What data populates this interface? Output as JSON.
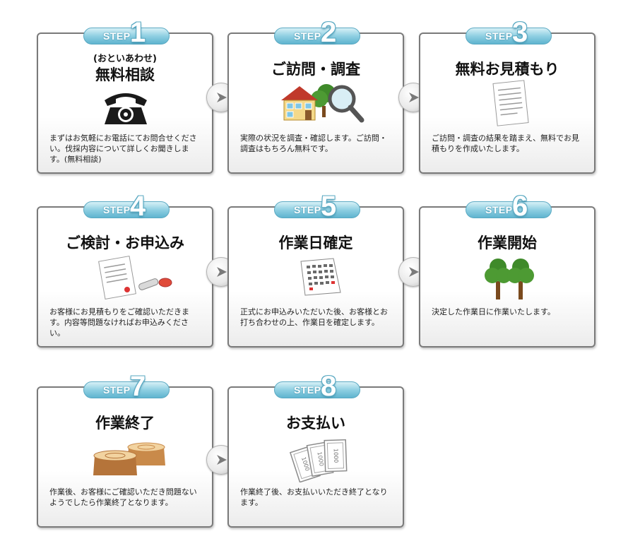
{
  "steps": [
    {
      "step_word": "STEP",
      "num": "1",
      "subtitle": "(おといあわせ)",
      "title": "無料相談",
      "icon": "telephone-icon",
      "desc": "まずはお気軽にお電話にてお問合せください。伐採内容について詳しくお聞きします。(無料相談)"
    },
    {
      "step_word": "STEP",
      "num": "2",
      "title": "ご訪問・調査",
      "icon": "house-magnifier-icon",
      "desc": "実際の状況を調査・確認します。ご訪問・調査はもちろん無料です。"
    },
    {
      "step_word": "STEP",
      "num": "3",
      "title": "無料お見積もり",
      "icon": "document-icon",
      "desc": "ご訪問・調査の結果を踏まえ、無料でお見積もりを作成いたします。"
    },
    {
      "step_word": "STEP",
      "num": "4",
      "title": "ご検討・お申込み",
      "icon": "contract-stamp-icon",
      "desc": "お客様にお見積もりをご確認いただきます。内容等問題なければお申込みください。"
    },
    {
      "step_word": "STEP",
      "num": "5",
      "title": "作業日確定",
      "icon": "calendar-icon",
      "desc": "正式にお申込みいただいた後、お客様とお打ち合わせの上、作業日を確定します。"
    },
    {
      "step_word": "STEP",
      "num": "6",
      "title": "作業開始",
      "icon": "trees-icon",
      "desc": "決定した作業日に作業いたします。"
    },
    {
      "step_word": "STEP",
      "num": "7",
      "title": "作業終了",
      "icon": "tree-stumps-icon",
      "desc": "作業後、お客様にご確認いただき問題ないようでしたら作業終了となります。"
    },
    {
      "step_word": "STEP",
      "num": "8",
      "title": "お支払い",
      "icon": "banknotes-icon",
      "desc": "作業終了後、お支払いいただき終了となります。"
    }
  ],
  "banknote_value": "1000",
  "colors": {
    "badge_light": "#d7f0f7",
    "badge_dark": "#5fb4cf",
    "border": "#7a7a7a"
  }
}
